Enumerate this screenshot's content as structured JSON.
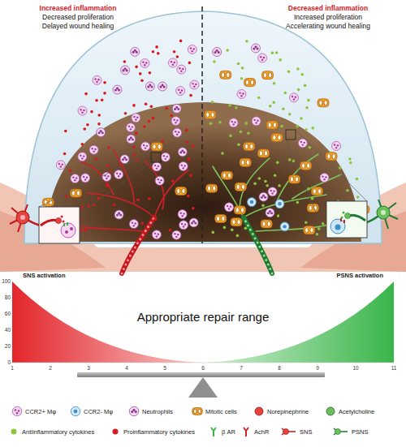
{
  "diagram": {
    "labels": [
      "Increased inflammation",
      "Decreased proliferation",
      "Delayed wound healing",
      "Decreased inflammation",
      "Increased proliferation",
      "Accelerating wound healing",
      "SNS activation",
      "PSNS activation",
      "Appropriate repair range",
      "100",
      "80",
      "60",
      "40",
      "20",
      "0",
      "1",
      "2",
      "3",
      "4",
      "5",
      "6",
      "7",
      "8",
      "9",
      "10",
      "11"
    ],
    "legend": [
      {
        "text": "CCR2+ Mφ"
      },
      {
        "text": "CCR2- Mφ"
      },
      {
        "text": "Neutrophils"
      },
      {
        "text": "Mitotic cells"
      },
      {
        "text": "Norepinephrine"
      },
      {
        "text": "Acetylcholine"
      },
      {
        "text": "Antiinflammatory cytokines",
        "color": "#8cc63f"
      },
      {
        "text": "Proinflammatory cytokines",
        "color": "#d7191c"
      },
      {
        "text": "β AR"
      },
      {
        "text": "AchR"
      },
      {
        "text": "SNS"
      },
      {
        "text": "PSNS"
      }
    ]
  }
}
